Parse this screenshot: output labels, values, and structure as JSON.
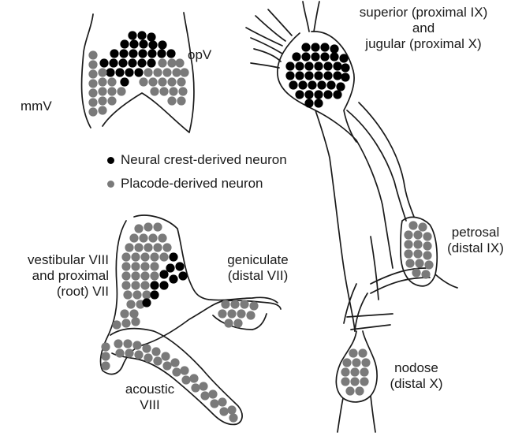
{
  "colors": {
    "neural_crest": "#000000",
    "placode": "#7a7a7a",
    "outline": "#1a1a1a",
    "background": "#ffffff"
  },
  "legend": {
    "neural_crest": "Neural crest-derived neuron",
    "placode": "Placode-derived neuron"
  },
  "labels": {
    "opv": "opV",
    "mmv": "mmV",
    "superior_line1": "superior (proximal IX)",
    "superior_line2": "and",
    "superior_line3": "jugular (proximal X)",
    "petrosal_line1": "petrosal",
    "petrosal_line2": "(distal IX)",
    "vestibular_line1": "vestibular VIII",
    "vestibular_line2": "and proximal",
    "vestibular_line3": "(root) VII",
    "geniculate_line1": "geniculate",
    "geniculate_line2": "(distal VII)",
    "acoustic_line1": "acoustic",
    "acoustic_line2": "VIII",
    "nodose_line1": "nodose",
    "nodose_line2": "(distal X)"
  }
}
